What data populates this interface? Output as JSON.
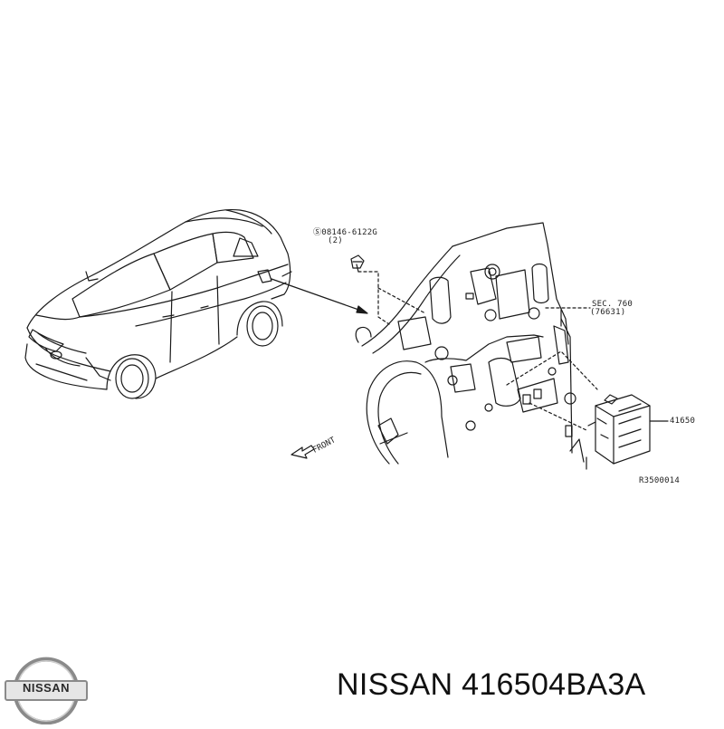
{
  "diagram": {
    "callouts": {
      "bolt_part": "Ⓢ08146-6122G",
      "bolt_qty": "(2)",
      "section_ref": "SEC. 760",
      "section_sub": "(76631)",
      "module_part": "41650",
      "drawing_id": "R3500014",
      "front_label": "FRONT"
    }
  },
  "logo": {
    "text": "NISSAN",
    "colors": {
      "ring": "#8a8a8a",
      "bar": "#e6e6e6"
    }
  },
  "caption": {
    "text": "NISSAN 416504BA3A"
  }
}
